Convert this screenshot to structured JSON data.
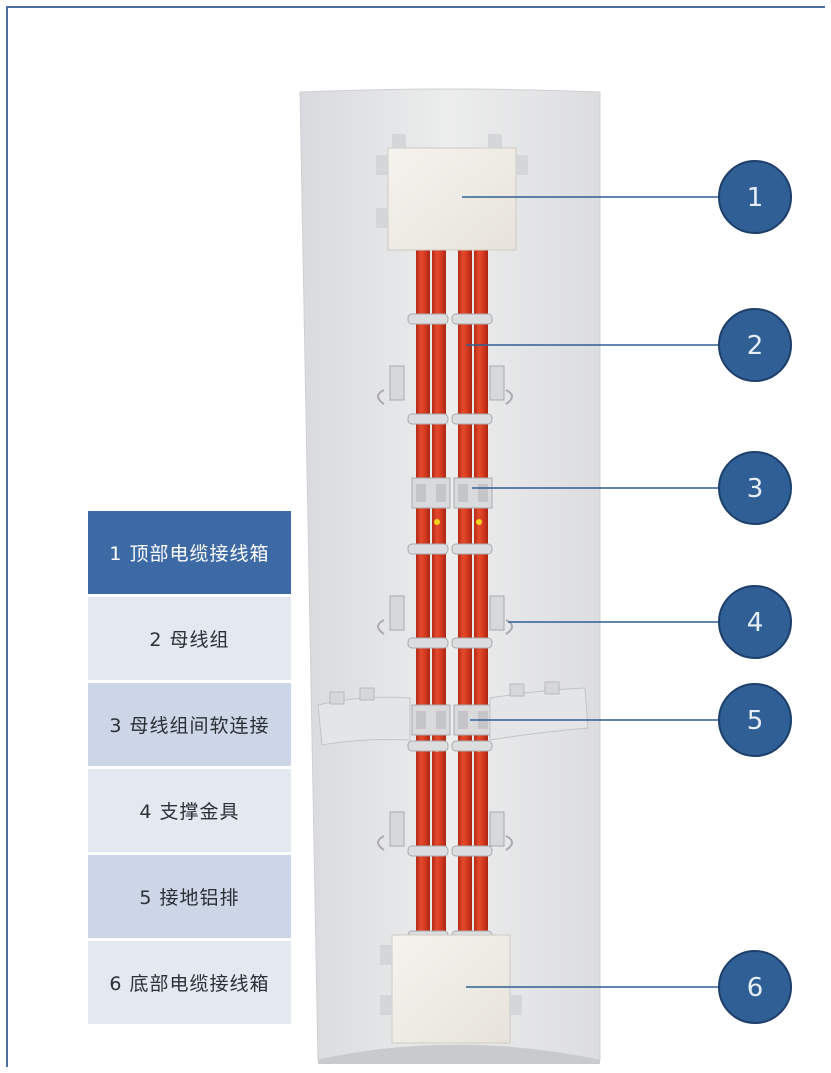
{
  "callouts": [
    "1",
    "2",
    "3",
    "4",
    "5",
    "6"
  ],
  "legend": {
    "items": [
      {
        "label": "1 顶部电缆接线箱",
        "state": "active"
      },
      {
        "label": "2 母线组",
        "state": "light"
      },
      {
        "label": "3 母线组间软连接",
        "state": "dark"
      },
      {
        "label": "4 支撑金具",
        "state": "light"
      },
      {
        "label": "5 接地铝排",
        "state": "dark"
      },
      {
        "label": "6 底部电缆接线箱",
        "state": "light"
      }
    ]
  },
  "colors": {
    "accent": "#2f5f95",
    "busbar": "#d83a22",
    "panel": "#e6e7e9",
    "legend_active": "#3d6aa5"
  }
}
